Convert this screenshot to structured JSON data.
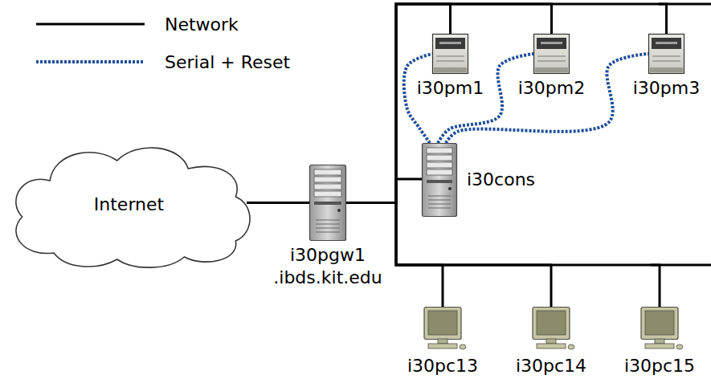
{
  "diagram": {
    "nodes": [
      {
        "text": [
          "Internet"
        ]
      },
      {
        "text": [
          "i30pgw1 .ibds.kit.edu"
        ]
      },
      {
        "text": [
          "i30pm1"
        ]
      },
      {
        "text": [
          "i30pm2"
        ]
      },
      {
        "text": [
          "i30pm3"
        ]
      },
      {
        "text": [
          "i30cons"
        ]
      },
      {
        "text": [
          "i30pc13"
        ]
      },
      {
        "text": [
          "i30pc14"
        ]
      },
      {
        "text": [
          "i30pc15"
        ]
      }
    ],
    "edges": [
      {
        "from": 0,
        "to": 1,
        "arrow": "none"
      },
      {
        "from": 1,
        "to": 2,
        "arrow": "none"
      },
      {
        "from": 1,
        "to": 3,
        "arrow": "none"
      },
      {
        "from": 1,
        "to": 4,
        "arrow": "none"
      },
      {
        "from": 1,
        "to": 5,
        "arrow": "none"
      },
      {
        "from": 1,
        "to": 6,
        "arrow": "none"
      },
      {
        "from": 1,
        "to": 7,
        "arrow": "none"
      },
      {
        "from": 1,
        "to": 8,
        "arrow": "none"
      },
      {
        "from": 5,
        "to": 2,
        "arrow": "none"
      },
      {
        "from": 5,
        "to": 3,
        "arrow": "none"
      },
      {
        "from": 5,
        "to": 4,
        "arrow": "none"
      }
    ],
    "legend": [
      {
        "text": "Network"
      },
      {
        "text": "Serial + Reset"
      }
    ]
  }
}
